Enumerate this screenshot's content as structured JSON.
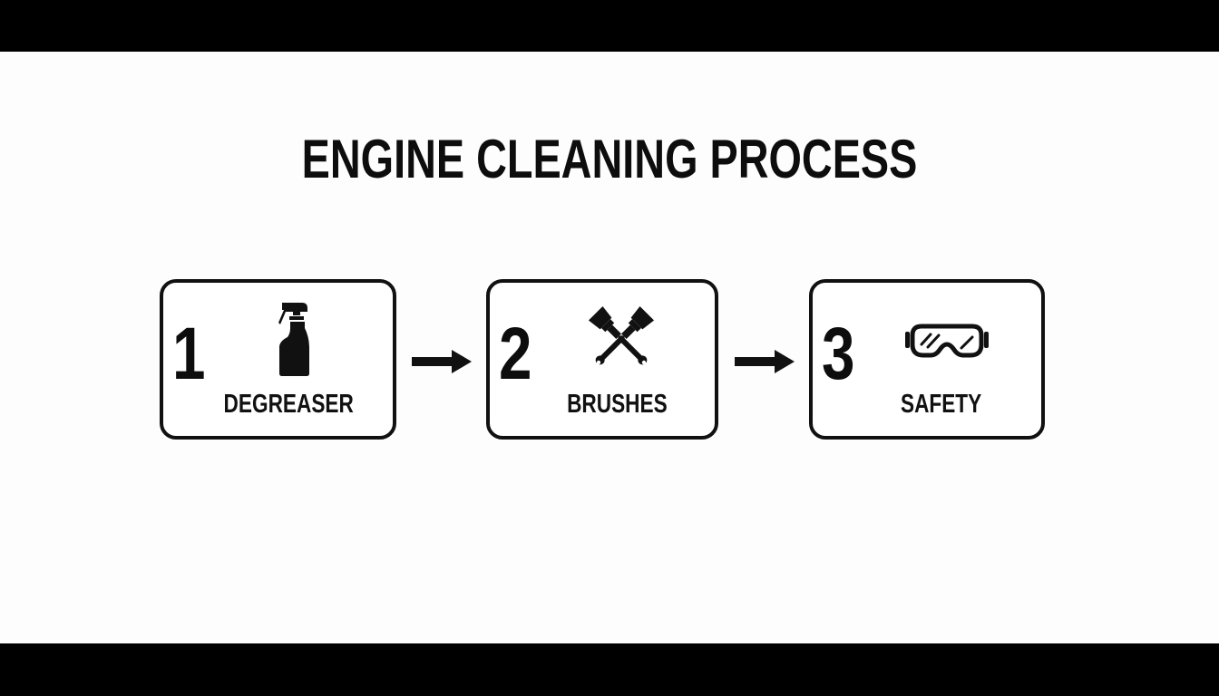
{
  "title": "ENGINE CLEANING PROCESS",
  "colors": {
    "background": "#fdfdfd",
    "ink": "#111111",
    "letterbox": "#000000"
  },
  "steps": [
    {
      "number": "1",
      "label": "DEGREASER",
      "icon": "spray-bottle-icon"
    },
    {
      "number": "2",
      "label": "BRUSHES",
      "icon": "crossed-paintbrushes-icon"
    },
    {
      "number": "3",
      "label": "SAFETY",
      "icon": "safety-goggles-icon"
    }
  ],
  "connectors": [
    {
      "from": "1",
      "to": "2",
      "icon": "arrow-right-icon"
    },
    {
      "from": "2",
      "to": "3",
      "icon": "arrow-right-icon"
    }
  ]
}
